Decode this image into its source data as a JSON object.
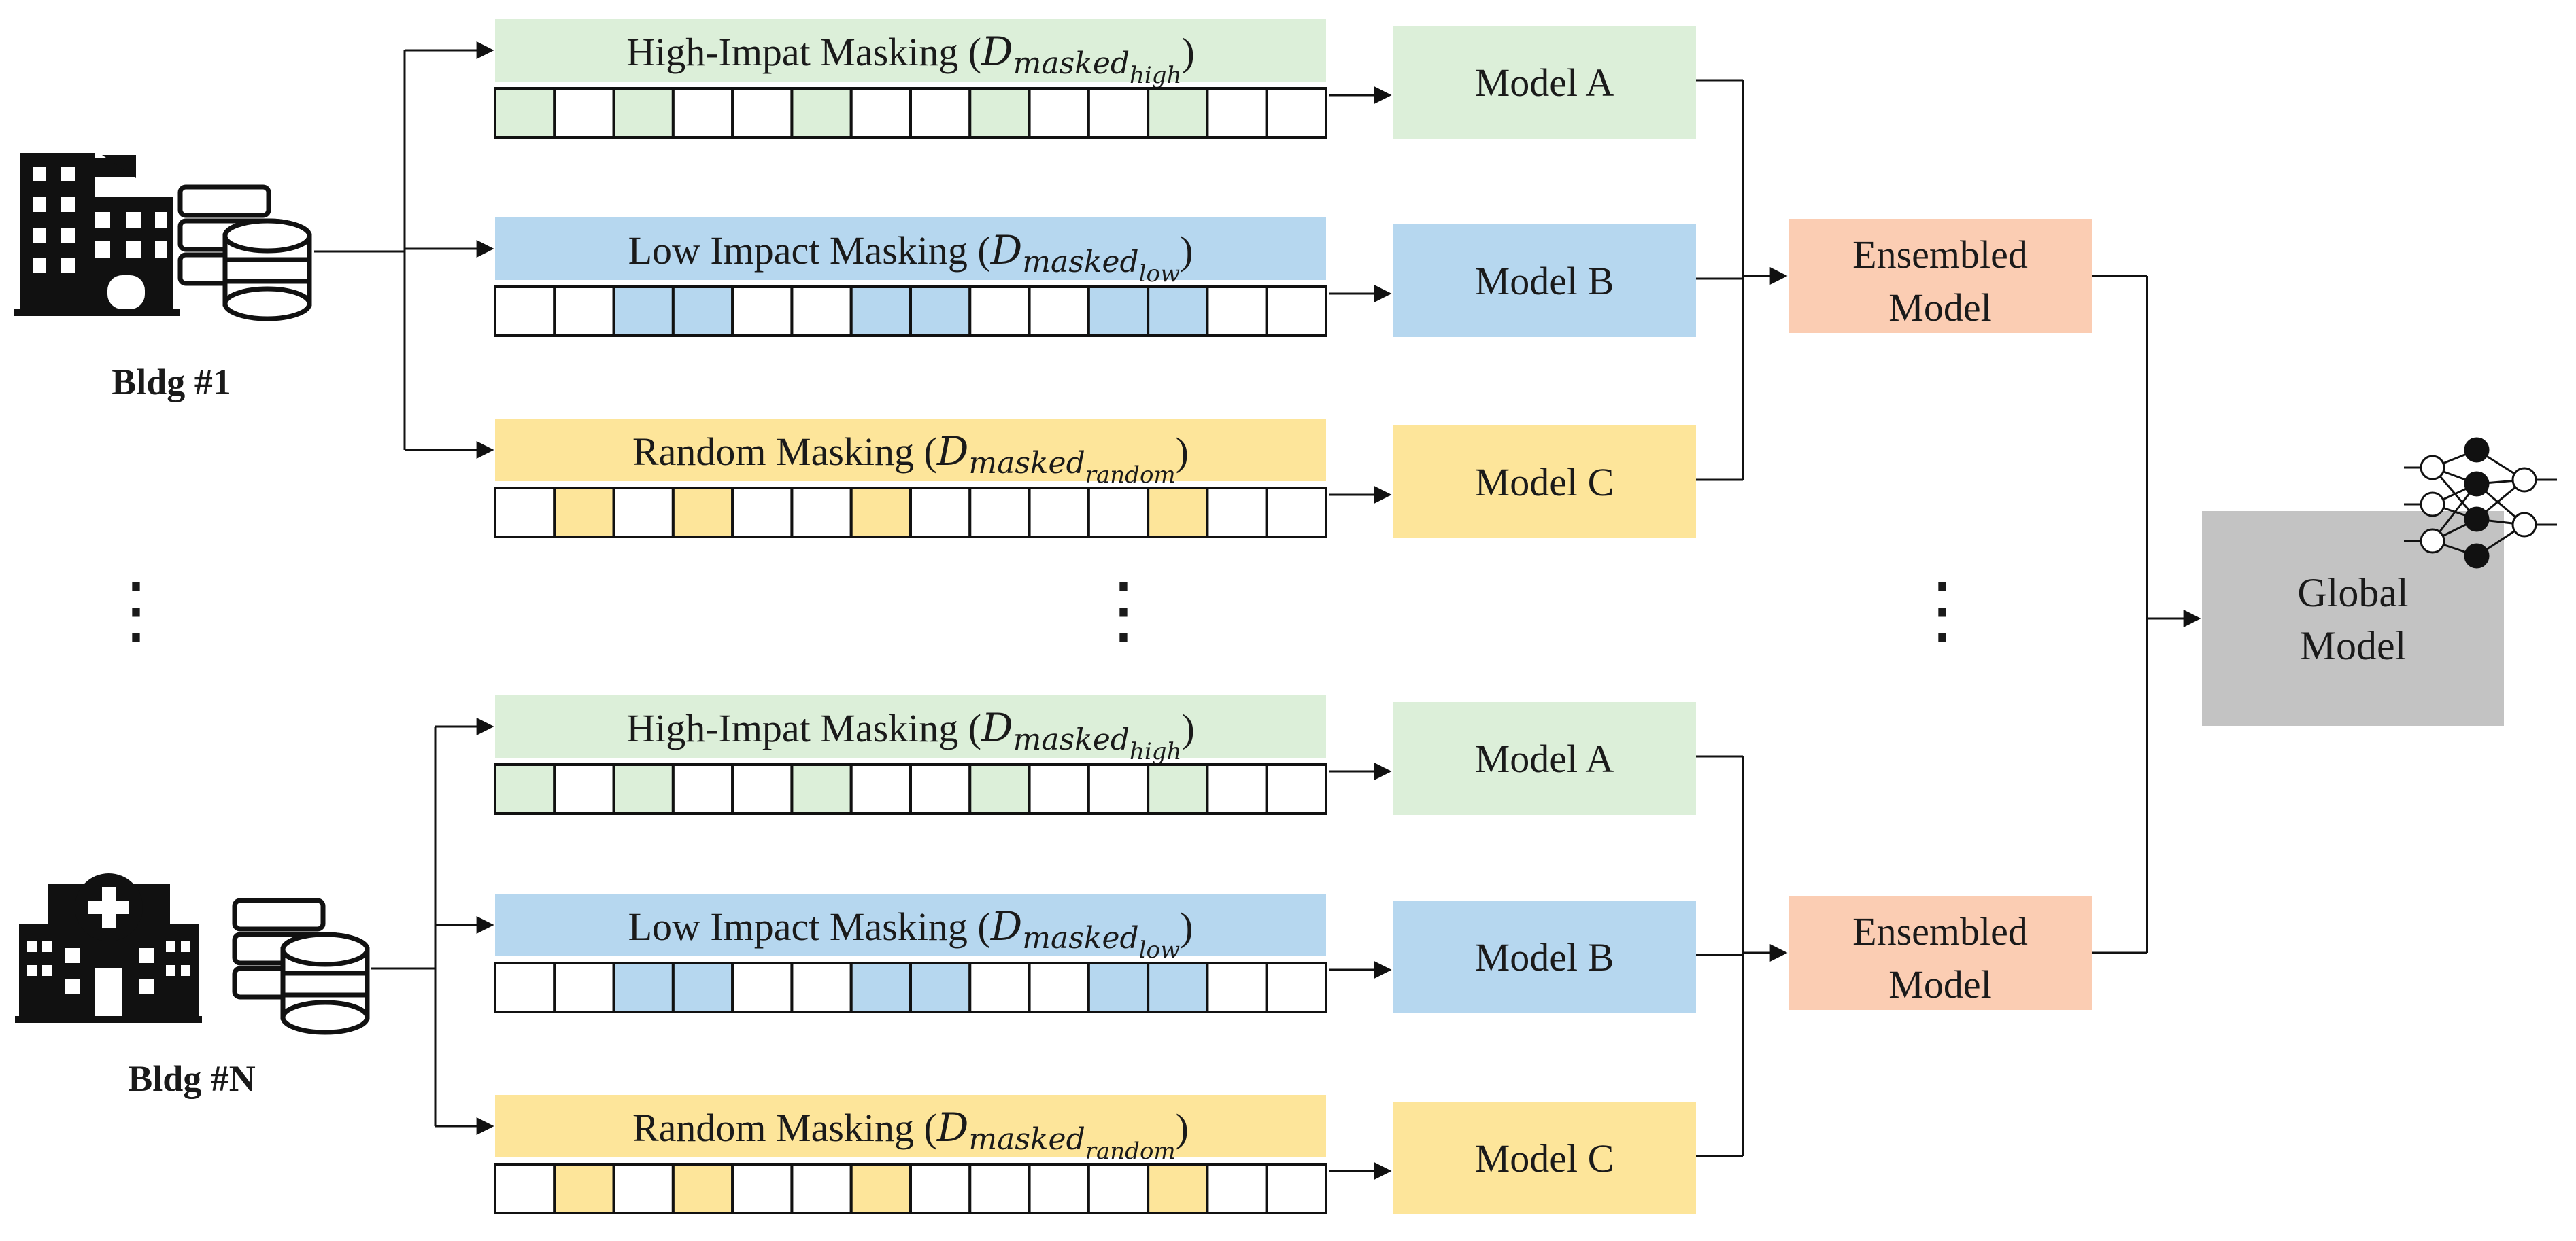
{
  "colors": {
    "high": "#dcefd9",
    "low": "#b6d7ef",
    "random": "#fde59a",
    "ensemble": "#fbcdb3",
    "global": "#c3c3c3",
    "ink": "#111111"
  },
  "buildings": [
    {
      "label": "Bldg #1",
      "icon": "office-building-icon",
      "rows": [
        {
          "kind": "high",
          "label": "High-Impat Masking",
          "sub": "high",
          "model": "Model A",
          "filled": [
            0,
            2,
            5,
            8,
            11
          ]
        },
        {
          "kind": "low",
          "label": "Low Impact Masking",
          "sub": "low",
          "model": "Model B",
          "filled": [
            2,
            3,
            6,
            7,
            10,
            11
          ]
        },
        {
          "kind": "random",
          "label": "Random Masking",
          "sub": "random",
          "model": "Model C",
          "filled": [
            1,
            3,
            6,
            11
          ]
        }
      ],
      "ensemble": [
        "Ensembled",
        "Model"
      ]
    },
    {
      "label": "Bldg #N",
      "icon": "hospital-building-icon",
      "rows": [
        {
          "kind": "high",
          "label": "High-Impat Masking",
          "sub": "high",
          "model": "Model A",
          "filled": [
            0,
            2,
            5,
            8,
            11
          ]
        },
        {
          "kind": "low",
          "label": "Low Impact Masking",
          "sub": "low",
          "model": "Model B",
          "filled": [
            2,
            3,
            6,
            7,
            10,
            11
          ]
        },
        {
          "kind": "random",
          "label": "Random Masking",
          "sub": "random",
          "model": "Model C",
          "filled": [
            1,
            3,
            6,
            11
          ]
        }
      ],
      "ensemble": [
        "Ensembled",
        "Model"
      ]
    }
  ],
  "math": {
    "D": "D",
    "masked": "masked"
  },
  "cells_per_bar": 14,
  "global_model": [
    "Global",
    "Model"
  ],
  "network_icon": "neural-network-icon",
  "ellipsis": "⋮"
}
